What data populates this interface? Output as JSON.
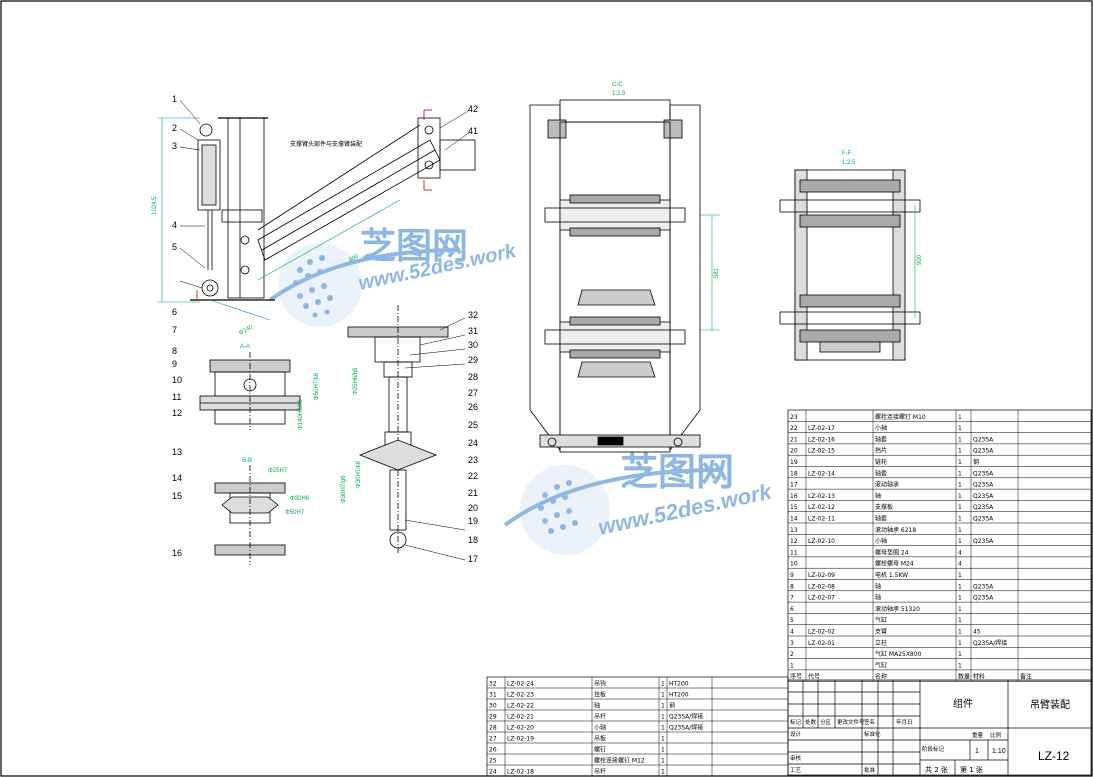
{
  "drawing": {
    "drawing_number": "LZ-12",
    "part_name": "吊臂装配",
    "scale": "1:10",
    "quantity": "1",
    "sheet_total": "共 2 张",
    "sheet_no": "第 1 张",
    "material_box": "组件"
  },
  "watermark": {
    "cn": "芝图网",
    "url": "www.52des.work"
  },
  "views": {
    "section_label_top": "C-C",
    "section_scale_top": "1:2.5",
    "section_label_right": "F-F",
    "section_scale_right": "1:2.5",
    "section_label_small": "A-A",
    "section_label_b": "B-B",
    "note_green": "支撑臂头部件与支撑臂装配"
  },
  "dims": {
    "height_main": "1024.5",
    "d1": "Φ140",
    "d2": "Φ140H7/h6",
    "d3": "Φ50H7/k6",
    "d4": "Φ25H7",
    "d5": "Φ30H6",
    "d6": "Φ50H7",
    "d7": "Φ25H6/h6",
    "d8": "Φ36H7/g6",
    "d9": "Φ30H7/k6",
    "len_a": "800",
    "len_b": "581",
    "len_c": "900"
  },
  "balloons_left": [
    "1",
    "2",
    "3",
    "4",
    "5",
    "6",
    "7",
    "8",
    "9",
    "10",
    "11",
    "12",
    "13",
    "14",
    "15",
    "16"
  ],
  "balloons_mid": [
    "42",
    "41",
    "32",
    "31",
    "30",
    "29",
    "28",
    "27",
    "26",
    "25",
    "24",
    "23",
    "22",
    "21",
    "20",
    "19",
    "18",
    "17"
  ],
  "bom_upper": [
    [
      "23",
      "",
      "螺栓连接螺钉 M10",
      "1",
      "",
      ""
    ],
    [
      "22",
      "LZ-02-17",
      "小轴",
      "1",
      "",
      ""
    ],
    [
      "21",
      "LZ-02-16",
      "轴套",
      "1",
      "Q235A",
      ""
    ],
    [
      "20",
      "LZ-02-15",
      "挡片",
      "1",
      "Q235A",
      ""
    ],
    [
      "19",
      "",
      "链轮",
      "1",
      "钢",
      ""
    ],
    [
      "18",
      "LZ-02-14",
      "轴套",
      "1",
      "Q235A",
      ""
    ],
    [
      "17",
      "",
      "滚动轴承",
      "1",
      "Q235A",
      ""
    ],
    [
      "16",
      "LZ-02-13",
      "轴",
      "1",
      "Q235A",
      ""
    ],
    [
      "15",
      "LZ-02-12",
      "支撑板",
      "1",
      "Q235A",
      ""
    ],
    [
      "14",
      "LZ-02-11",
      "轴套",
      "1",
      "Q235A",
      ""
    ],
    [
      "13",
      "",
      "滚动轴承 6218",
      "1",
      "",
      ""
    ],
    [
      "12",
      "LZ-02-10",
      "小轴",
      "1",
      "Q235A",
      ""
    ],
    [
      "11",
      "",
      "螺母垫圈 24",
      "4",
      "",
      ""
    ],
    [
      "10",
      "",
      "螺栓螺母 M24",
      "4",
      "",
      ""
    ],
    [
      "9",
      "LZ-02-09",
      "电机 1.5KW",
      "1",
      "",
      ""
    ],
    [
      "8",
      "LZ-02-08",
      "轴",
      "1",
      "Q235A",
      ""
    ],
    [
      "7",
      "LZ-02-07",
      "轴",
      "1",
      "Q235A",
      ""
    ],
    [
      "6",
      "",
      "滚动轴承 51320",
      "1",
      "",
      ""
    ],
    [
      "5",
      "",
      "气缸",
      "1",
      "",
      ""
    ],
    [
      "4",
      "LZ-02-02",
      "支臂",
      "1",
      "45",
      ""
    ],
    [
      "3",
      "LZ-02-01",
      "立柱",
      "1",
      "Q235A/焊接",
      ""
    ],
    [
      "2",
      "",
      "气缸 MA25X800",
      "1",
      "",
      ""
    ],
    [
      "1",
      "",
      "气缸",
      "1",
      "",
      ""
    ]
  ],
  "bom_upper_header": [
    "序号",
    "代号",
    "名称",
    "数量",
    "材料",
    "备注"
  ],
  "bom_lower": [
    [
      "32",
      "LZ-02-24",
      "吊钩",
      "1",
      "HT200",
      ""
    ],
    [
      "31",
      "LZ-02-23",
      "挂板",
      "1",
      "HT200",
      ""
    ],
    [
      "30",
      "LZ-02-22",
      "轴",
      "1",
      "钢",
      ""
    ],
    [
      "29",
      "LZ-02-21",
      "吊杆",
      "1",
      "Q235A/焊接",
      ""
    ],
    [
      "28",
      "LZ-02-20",
      "小轴",
      "1",
      "Q235A/焊接",
      ""
    ],
    [
      "27",
      "LZ-02-19",
      "吊板",
      "1",
      "",
      ""
    ],
    [
      "26",
      "",
      "螺钉",
      "1",
      "",
      ""
    ],
    [
      "25",
      "",
      "螺栓连接螺钉 M12",
      "1",
      "",
      ""
    ],
    [
      "24",
      "LZ-02-18",
      "吊杆",
      "1",
      "",
      ""
    ]
  ],
  "title_labels": {
    "mark": "标记",
    "count": "处数",
    "zone": "分区",
    "change_no": "更改文件号",
    "sign": "签名",
    "date": "年月日",
    "design": "设计",
    "standard": "标准化",
    "check": "审核",
    "process": "工艺",
    "approve": "批准",
    "stage": "阶段标记",
    "weight": "重量",
    "scale_lbl": "比例"
  }
}
